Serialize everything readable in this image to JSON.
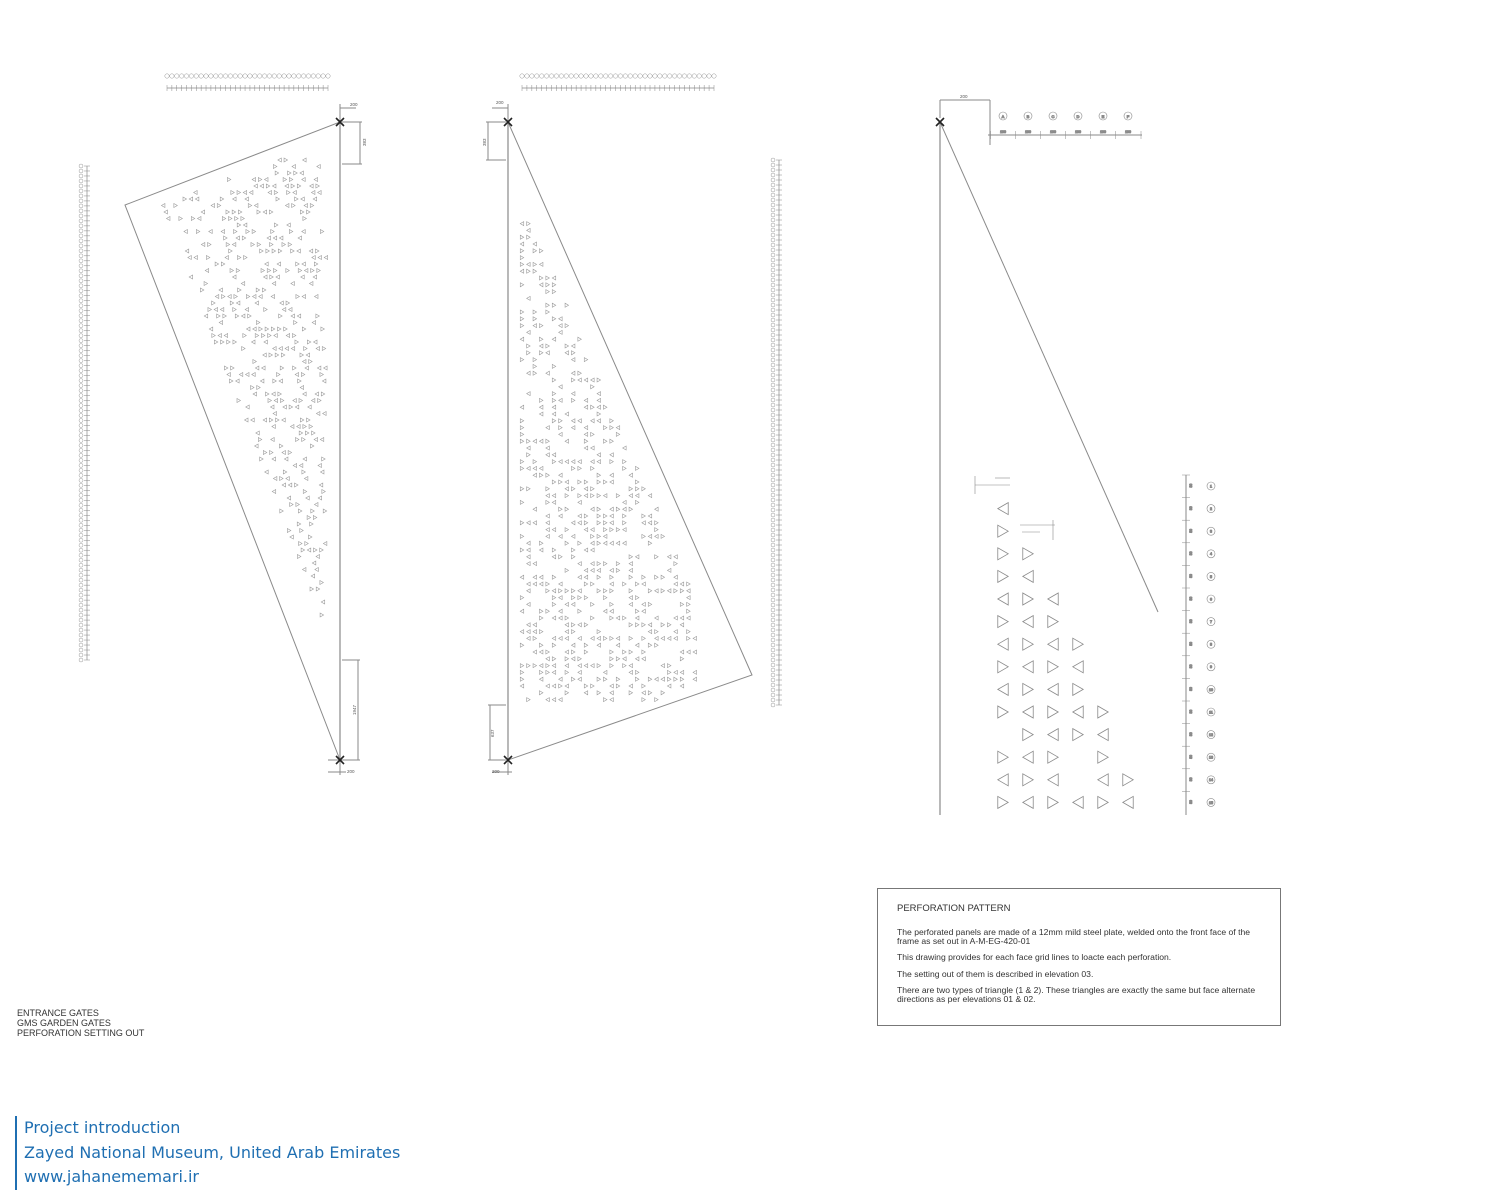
{
  "title_block": {
    "line1": "ENTRANCE GATES",
    "line2": "GMS GARDEN GATES",
    "line3": "PERFORATION SETTING OUT"
  },
  "notes": {
    "heading": "PERFORATION PATTERN",
    "paragraph1": "The perforated panels are made of a 12mm mild steel plate, welded onto the front face of the frame as set out in A-M-EG-420-01",
    "paragraph2": "This drawing provides for each face grid lines to loacte each perforation.",
    "paragraph3": "The setting out of them is described in elevation 03.",
    "paragraph4": "There are two types of triangle (1 & 2). These triangles are exactly the same but face alternate directions as per elevations 01 & 02."
  },
  "detail": {
    "column_labels": [
      "A",
      "B",
      "C",
      "D",
      "E",
      "F"
    ],
    "column_spacing": [
      "100",
      "100",
      "100",
      "100",
      "100",
      "100"
    ],
    "row_labels": [
      "1",
      "2",
      "3",
      "4",
      "5",
      "6",
      "7",
      "8",
      "9",
      "10",
      "11",
      "12",
      "13",
      "14",
      "15"
    ],
    "row_spacing": "80",
    "corner_offset": "200"
  },
  "dimensions": {
    "panel1_top_offset": "200",
    "panel1_top_drop": "383",
    "panel1_bottom_run": "1947",
    "panel1_bottom_offset": "200",
    "panel2_top_offset": "200",
    "panel2_top_drop": "383",
    "panel2_bottom_run": "637",
    "panel2_bottom_offset": "200"
  },
  "footer": {
    "line1": "Project introduction",
    "line2": "Zayed National Museum, United Arab Emirates",
    "line3": "www.jahanememari.ir"
  },
  "colors": {
    "linework": "#8a8a8a",
    "perforation": "#9a9a9a",
    "footer_text": "#1f6fb2"
  }
}
